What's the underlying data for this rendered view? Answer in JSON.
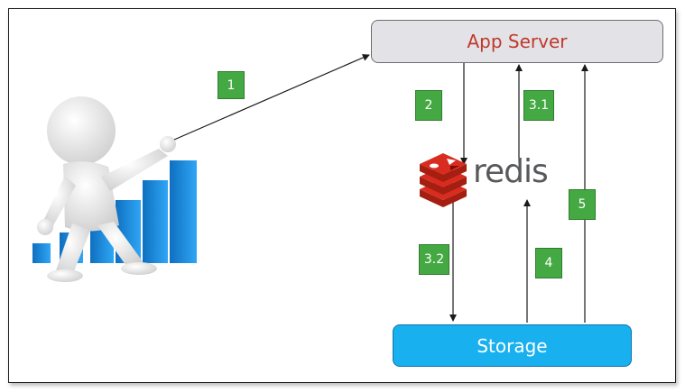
{
  "nodes": {
    "app_server": "App Server",
    "storage": "Storage",
    "redis": "redis"
  },
  "steps": {
    "s1": "1",
    "s2": "2",
    "s31": "3.1",
    "s32": "3.2",
    "s4": "4",
    "s5": "5"
  },
  "colors": {
    "app_server_fill": "#e2e2e7",
    "app_server_text": "#c0392b",
    "storage_fill": "#18b0ee",
    "storage_text": "#ffffff",
    "badge_fill": "#45a943",
    "badge_text": "#ffffff",
    "redis_red": "#d82c20",
    "redis_text": "#58595b",
    "chart_blue": "#1b8fe0"
  },
  "icons": {
    "user": "presenter-figure-icon",
    "chart": "bar-chart-icon",
    "logo": "redis-logo-icon"
  }
}
